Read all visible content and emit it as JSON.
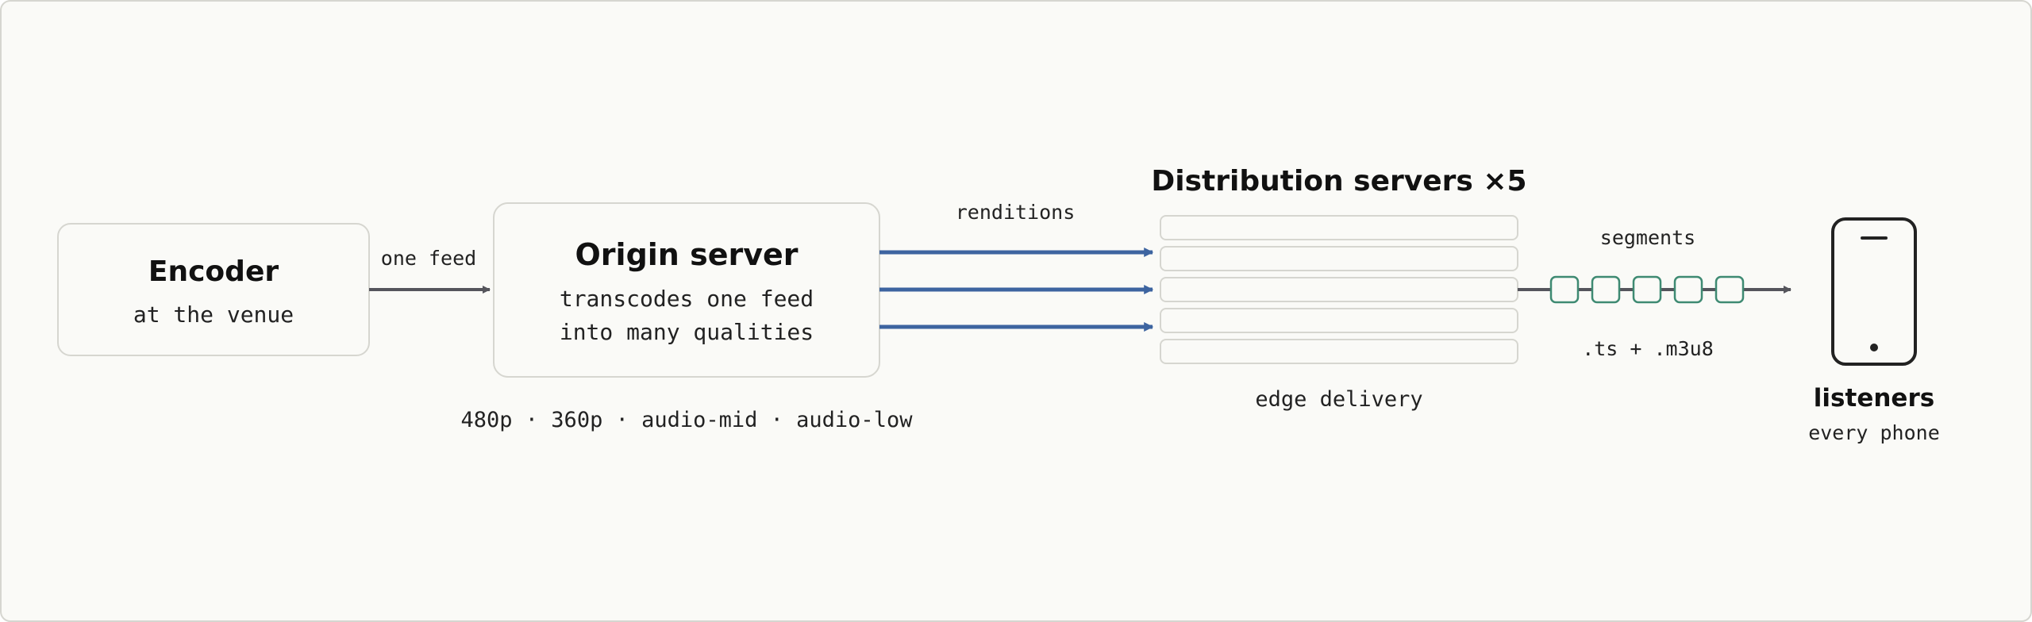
{
  "encoder": {
    "title": "Encoder",
    "subtitle": "at the venue"
  },
  "link_encoder_origin": {
    "label": "one feed"
  },
  "origin": {
    "title": "Origin server",
    "desc_line1": "transcodes one feed",
    "desc_line2": "into many qualities",
    "renditions_list": "480p · 360p · audio-mid · audio-low"
  },
  "link_origin_distribution": {
    "label": "renditions"
  },
  "distribution": {
    "title": "Distribution servers ×5",
    "server_count": 5,
    "footer": "edge delivery"
  },
  "link_distribution_listeners": {
    "label": "segments",
    "sublabel": ".ts + .m3u8",
    "segment_count": 5
  },
  "listeners": {
    "title": "listeners",
    "subtitle": "every phone"
  },
  "colors": {
    "background": "#fafaf7",
    "border": "#d6d6d0",
    "text": "#111111",
    "arrow_dark": "#55555c",
    "arrow_blue": "#3d64a0",
    "segment_green": "#3e8a72",
    "phone": "#222222"
  }
}
